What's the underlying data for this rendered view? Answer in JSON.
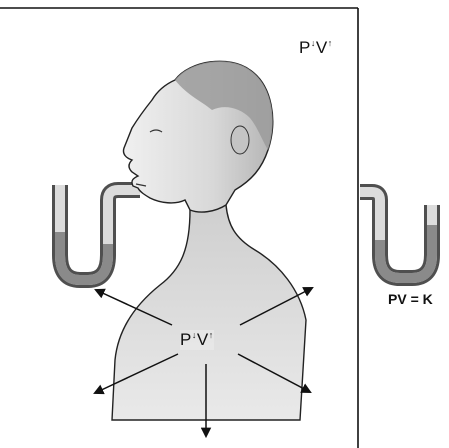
{
  "labels": {
    "top_p": "P",
    "top_v": "V",
    "top_p_mark": "↓",
    "top_v_mark": "↑",
    "mid_p": "P",
    "mid_v": "V",
    "mid_p_mark": "↓",
    "mid_v_mark": "↑",
    "equation": "PV = K"
  },
  "colors": {
    "outline": "#222222",
    "skin_light": "#e6e6e6",
    "skin_mid": "#cfcfcf",
    "skin_dark": "#a8a8a8",
    "hair": "#9a9a9a",
    "tube_outer": "#555555",
    "tube_inner": "#d8d8d8",
    "liquid": "#8a8a8a"
  },
  "icons": [
    "arrow-up-left-icon",
    "arrow-up-right-icon",
    "arrow-down-left-icon",
    "arrow-down-right-icon",
    "arrow-down-icon"
  ]
}
